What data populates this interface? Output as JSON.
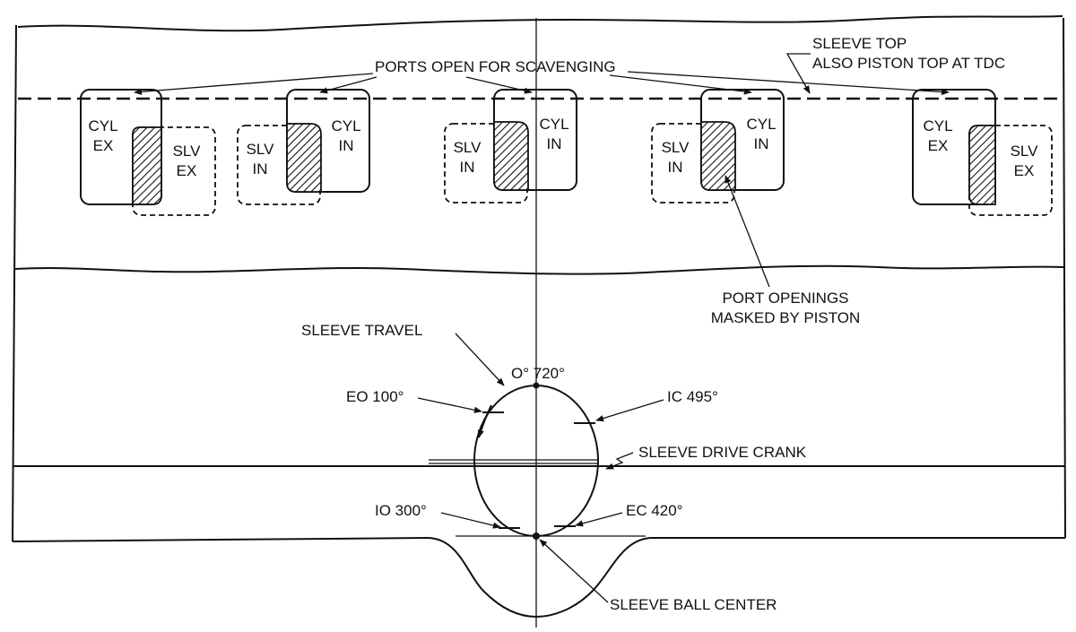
{
  "labels": {
    "ports_open": "PORTS OPEN FOR SCAVENGING",
    "sleeve_top_1": "SLEEVE TOP",
    "sleeve_top_2": "ALSO PISTON TOP AT TDC",
    "port_openings_1": "PORT OPENINGS",
    "port_openings_2": "MASKED BY PISTON",
    "sleeve_travel": "SLEEVE TRAVEL",
    "zero_720": "O° 720°",
    "eo": "EO 100°",
    "ic": "IC 495°",
    "drive_crank": "SLEEVE DRIVE CRANK",
    "io": "IO 300°",
    "ec": "EC 420°",
    "ball_center": "SLEEVE BALL CENTER"
  },
  "ports": [
    {
      "cyl_1": "CYL",
      "cyl_2": "EX",
      "slv_1": "SLV",
      "slv_2": "EX"
    },
    {
      "slv_1": "SLV",
      "slv_2": "IN",
      "cyl_1": "CYL",
      "cyl_2": "IN"
    },
    {
      "slv_1": "SLV",
      "slv_2": "IN",
      "cyl_1": "CYL",
      "cyl_2": "IN"
    },
    {
      "slv_1": "SLV",
      "slv_2": "IN",
      "cyl_1": "CYL",
      "cyl_2": "IN"
    },
    {
      "cyl_1": "CYL",
      "cyl_2": "EX",
      "slv_1": "SLV",
      "slv_2": "EX"
    }
  ]
}
